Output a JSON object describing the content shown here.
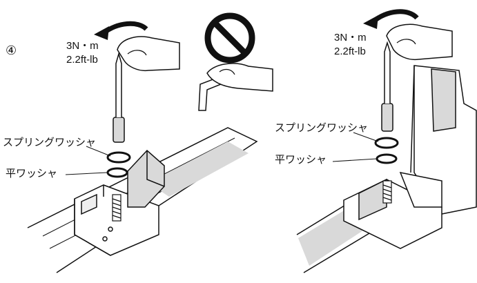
{
  "step_number": "④",
  "left_panel": {
    "torque_nm": "3N・m",
    "torque_ftlb": "2.2ft-lb",
    "spring_washer_label": "スプリングワッシャ",
    "flat_washer_label": "平ワッシャ"
  },
  "prohibited_inset": {
    "icon": "prohibition-icon"
  },
  "right_panel": {
    "torque_nm": "3N・m",
    "torque_ftlb": "2.2ft-lb",
    "spring_washer_label": "スプリングワッシャ",
    "flat_washer_label": "平ワッシャ"
  },
  "colors": {
    "ink": "#111111",
    "rail_gray": "#d9d9d9",
    "dark_gray": "#555555"
  }
}
